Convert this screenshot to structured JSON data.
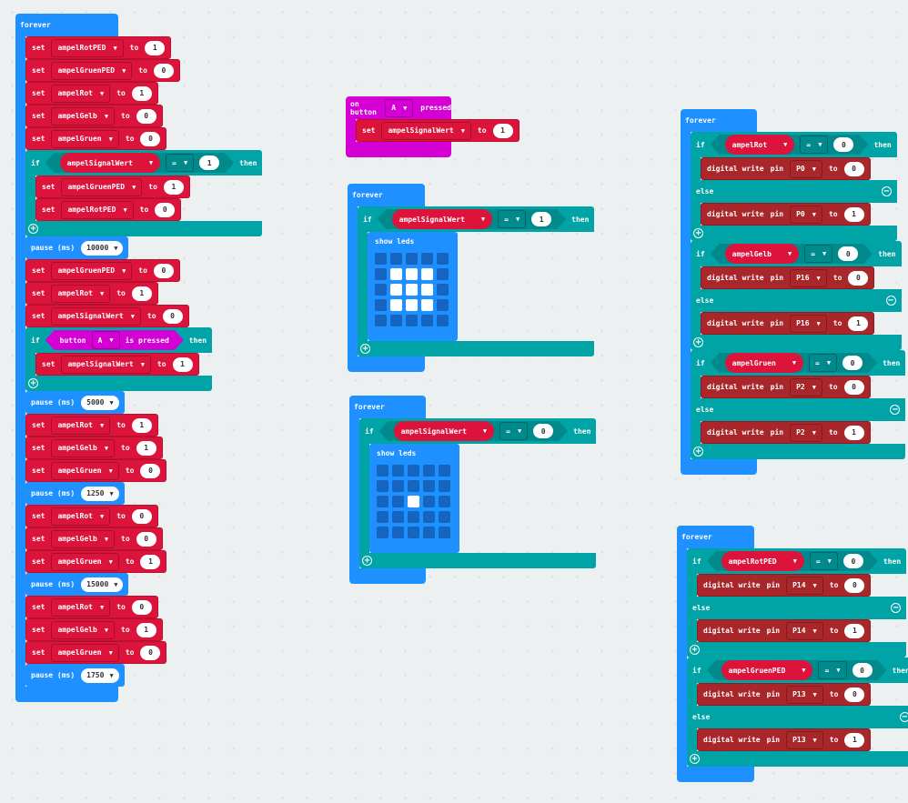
{
  "colors": {
    "variables": "#dc143c",
    "logic": "#00a4a6",
    "basic": "#1e90ff",
    "input": "#d400d4",
    "pins": "#a9262b",
    "background": "#ecf0f1"
  },
  "scripts": [
    {
      "event": "forever",
      "blocks": [
        {
          "type": "set",
          "label": "set",
          "var": "ampelRotPED",
          "to": "to",
          "value": "1"
        },
        {
          "type": "set",
          "label": "set",
          "var": "ampelGruenPED",
          "to": "to",
          "value": "0"
        },
        {
          "type": "set",
          "label": "set",
          "var": "ampelRot",
          "to": "to",
          "value": "1"
        },
        {
          "type": "set",
          "label": "set",
          "var": "ampelGelb",
          "to": "to",
          "value": "0"
        },
        {
          "type": "set",
          "label": "set",
          "var": "ampelGruen",
          "to": "to",
          "value": "0"
        },
        {
          "type": "if",
          "if": "if",
          "then": "then",
          "cond": {
            "kind": "compare",
            "var": "ampelSignalWert",
            "op": "=",
            "value": "1"
          },
          "body": [
            {
              "type": "set",
              "label": "set",
              "var": "ampelGruenPED",
              "to": "to",
              "value": "1"
            },
            {
              "type": "set",
              "label": "set",
              "var": "ampelRotPED",
              "to": "to",
              "value": "0"
            }
          ]
        },
        {
          "type": "pause",
          "label": "pause (ms)",
          "value": "10000"
        },
        {
          "type": "set",
          "label": "set",
          "var": "ampelGruenPED",
          "to": "to",
          "value": "0"
        },
        {
          "type": "set",
          "label": "set",
          "var": "ampelRot",
          "to": "to",
          "value": "1"
        },
        {
          "type": "set",
          "label": "set",
          "var": "ampelSignalWert",
          "to": "to",
          "value": "0"
        },
        {
          "type": "if",
          "if": "if",
          "then": "then",
          "cond": {
            "kind": "button",
            "label": "button",
            "button": "A",
            "suffix": "is pressed"
          },
          "body": [
            {
              "type": "set",
              "label": "set",
              "var": "ampelSignalWert",
              "to": "to",
              "value": "1"
            }
          ]
        },
        {
          "type": "pause",
          "label": "pause (ms)",
          "value": "5000"
        },
        {
          "type": "set",
          "label": "set",
          "var": "ampelRot",
          "to": "to",
          "value": "1"
        },
        {
          "type": "set",
          "label": "set",
          "var": "ampelGelb",
          "to": "to",
          "value": "1"
        },
        {
          "type": "set",
          "label": "set",
          "var": "ampelGruen",
          "to": "to",
          "value": "0"
        },
        {
          "type": "pause",
          "label": "pause (ms)",
          "value": "1250"
        },
        {
          "type": "set",
          "label": "set",
          "var": "ampelRot",
          "to": "to",
          "value": "0"
        },
        {
          "type": "set",
          "label": "set",
          "var": "ampelGelb",
          "to": "to",
          "value": "0"
        },
        {
          "type": "set",
          "label": "set",
          "var": "ampelGruen",
          "to": "to",
          "value": "1"
        },
        {
          "type": "pause",
          "label": "pause (ms)",
          "value": "15000"
        },
        {
          "type": "set",
          "label": "set",
          "var": "ampelRot",
          "to": "to",
          "value": "0"
        },
        {
          "type": "set",
          "label": "set",
          "var": "ampelGelb",
          "to": "to",
          "value": "1"
        },
        {
          "type": "set",
          "label": "set",
          "var": "ampelGruen",
          "to": "to",
          "value": "0"
        },
        {
          "type": "pause",
          "label": "pause (ms)",
          "value": "1750"
        }
      ]
    },
    {
      "event": "on button",
      "button": "A",
      "suffix": "pressed",
      "blocks": [
        {
          "type": "set",
          "label": "set",
          "var": "ampelSignalWert",
          "to": "to",
          "value": "1"
        }
      ]
    },
    {
      "event": "forever",
      "blocks": [
        {
          "type": "if",
          "if": "if",
          "then": "then",
          "cond": {
            "kind": "compare",
            "var": "ampelSignalWert",
            "op": "=",
            "value": "1"
          },
          "body": [
            {
              "type": "showleds",
              "label": "show leds",
              "leds": [
                "00000",
                "01110",
                "01110",
                "01110",
                "00000"
              ]
            }
          ]
        }
      ]
    },
    {
      "event": "forever",
      "blocks": [
        {
          "type": "if",
          "if": "if",
          "then": "then",
          "cond": {
            "kind": "compare",
            "var": "ampelSignalWert",
            "op": "=",
            "value": "0"
          },
          "body": [
            {
              "type": "showleds",
              "label": "show leds",
              "leds": [
                "00000",
                "00000",
                "00100",
                "00000",
                "00000"
              ]
            }
          ]
        }
      ]
    },
    {
      "event": "forever",
      "blocks": [
        {
          "type": "if",
          "if": "if",
          "then": "then",
          "else_label": "else",
          "cond": {
            "kind": "compare",
            "var": "ampelRot",
            "op": "=",
            "value": "0"
          },
          "body": [
            {
              "type": "digital",
              "label": "digital write",
              "pin_label": "pin",
              "pin": "P0",
              "to": "to",
              "value": "0"
            }
          ],
          "else_body": [
            {
              "type": "digital",
              "label": "digital write",
              "pin_label": "pin",
              "pin": "P0",
              "to": "to",
              "value": "1"
            }
          ]
        },
        {
          "type": "if",
          "if": "if",
          "then": "then",
          "else_label": "else",
          "cond": {
            "kind": "compare",
            "var": "ampelGelb",
            "op": "=",
            "value": "0"
          },
          "body": [
            {
              "type": "digital",
              "label": "digital write",
              "pin_label": "pin",
              "pin": "P16",
              "to": "to",
              "value": "0"
            }
          ],
          "else_body": [
            {
              "type": "digital",
              "label": "digital write",
              "pin_label": "pin",
              "pin": "P16",
              "to": "to",
              "value": "1"
            }
          ]
        },
        {
          "type": "if",
          "if": "if",
          "then": "then",
          "else_label": "else",
          "cond": {
            "kind": "compare",
            "var": "ampelGruen",
            "op": "=",
            "value": "0"
          },
          "body": [
            {
              "type": "digital",
              "label": "digital write",
              "pin_label": "pin",
              "pin": "P2",
              "to": "to",
              "value": "0"
            }
          ],
          "else_body": [
            {
              "type": "digital",
              "label": "digital write",
              "pin_label": "pin",
              "pin": "P2",
              "to": "to",
              "value": "1"
            }
          ]
        }
      ]
    },
    {
      "event": "forever",
      "blocks": [
        {
          "type": "if",
          "if": "if",
          "then": "then",
          "else_label": "else",
          "cond": {
            "kind": "compare",
            "var": "ampelRotPED",
            "op": "=",
            "value": "0"
          },
          "body": [
            {
              "type": "digital",
              "label": "digital write",
              "pin_label": "pin",
              "pin": "P14",
              "to": "to",
              "value": "0"
            }
          ],
          "else_body": [
            {
              "type": "digital",
              "label": "digital write",
              "pin_label": "pin",
              "pin": "P14",
              "to": "to",
              "value": "1"
            }
          ]
        },
        {
          "type": "if",
          "if": "if",
          "then": "then",
          "else_label": "else",
          "cond": {
            "kind": "compare",
            "var": "ampelGruenPED",
            "op": "=",
            "value": "0"
          },
          "body": [
            {
              "type": "digital",
              "label": "digital write",
              "pin_label": "pin",
              "pin": "P13",
              "to": "to",
              "value": "0"
            }
          ],
          "else_body": [
            {
              "type": "digital",
              "label": "digital write",
              "pin_label": "pin",
              "pin": "P13",
              "to": "to",
              "value": "1"
            }
          ]
        }
      ]
    }
  ]
}
